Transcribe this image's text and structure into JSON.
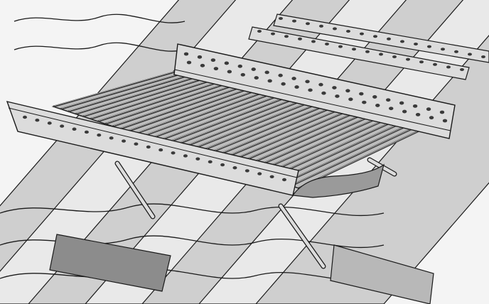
{
  "image": {
    "subject": "roof-walkway-grating-on-tiled-roof",
    "style": "monochrome-cad-isometric",
    "colors": {
      "background": "#f4f4f4",
      "tile_light": "#e9e9e9",
      "tile_mid": "#cfcfcf",
      "tile_shadow": "#9a9a9a",
      "outline": "#1a1a1a",
      "grating_dark": "#3a3a3a",
      "grating_light": "#bdbdbd",
      "batten": "#b8b8b8",
      "batten_dark": "#8c8c8c",
      "metal": "#dcdcdc"
    },
    "parts": {
      "grating_bar_count": 34,
      "front_edge_hole_count": 22,
      "back_plate_hole_count": 20,
      "support_bracket_count": 3,
      "perforated_rail_hole_count": 16
    }
  }
}
